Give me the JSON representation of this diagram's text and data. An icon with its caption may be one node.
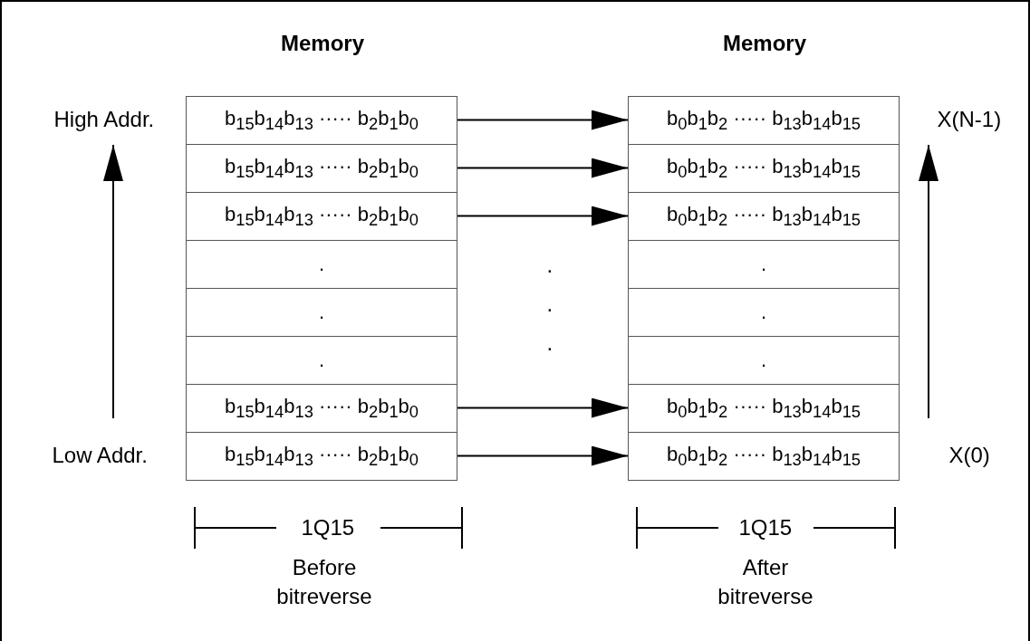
{
  "diagram": {
    "nodes": [
      {
        "text": [
          "b$_{15}$b$_{14}$b$_{13}$ ····· b$_{2}$b$_{1}$b$_{0}$"
        ]
      },
      {
        "text": [
          "b$_{15}$b$_{14}$b$_{13}$ ····· b$_{2}$b$_{1}$b$_{0}$"
        ]
      },
      {
        "text": [
          "b$_{15}$b$_{14}$b$_{13}$ ····· b$_{2}$b$_{1}$b$_{0}$"
        ]
      },
      {
        "text": [
          "."
        ]
      },
      {
        "text": [
          "."
        ]
      },
      {
        "text": [
          "."
        ]
      },
      {
        "text": [
          "b$_{15}$b$_{14}$b$_{13}$ ····· b$_{2}$b$_{1}$b$_{0}$"
        ]
      },
      {
        "text": [
          "b$_{15}$b$_{14}$b$_{13}$ ····· b$_{2}$b$_{1}$b$_{0}$"
        ]
      },
      {
        "text": [
          "b$_{0}$b$_{1}$b$_{2}$ ····· b$_{13}$b$_{14}$b$_{15}$"
        ]
      },
      {
        "text": [
          "b$_{0}$b$_{1}$b$_{2}$ ····· b$_{13}$b$_{14}$b$_{15}$"
        ]
      },
      {
        "text": [
          "b$_{0}$b$_{1}$b$_{2}$ ····· b$_{13}$b$_{14}$b$_{15}$"
        ]
      },
      {
        "text": [
          "."
        ]
      },
      {
        "text": [
          "."
        ]
      },
      {
        "text": [
          "."
        ]
      },
      {
        "text": [
          "b$_{0}$b$_{1}$b$_{2}$ ····· b$_{13}$b$_{14}$b$_{15}$"
        ]
      },
      {
        "text": [
          "b$_{0}$b$_{1}$b$_{2}$ ····· b$_{13}$b$_{14}$b$_{15}$"
        ]
      }
    ],
    "edges": [
      {
        "from": 0,
        "to": 8,
        "arrow": "to"
      },
      {
        "from": 1,
        "to": 9,
        "arrow": "to"
      },
      {
        "from": 2,
        "to": 10,
        "arrow": "to"
      },
      {
        "from": 6,
        "to": 14,
        "arrow": "to"
      },
      {
        "from": 7,
        "to": 15,
        "arrow": "to"
      }
    ],
    "labels": [
      "Memory",
      "Memory",
      "High Addr.",
      "X(N-1)",
      ".",
      ".",
      ".",
      "Low Addr.",
      "X(0)",
      "1Q15",
      "1Q15",
      "Before bitreverse",
      "After bitreverse"
    ]
  }
}
